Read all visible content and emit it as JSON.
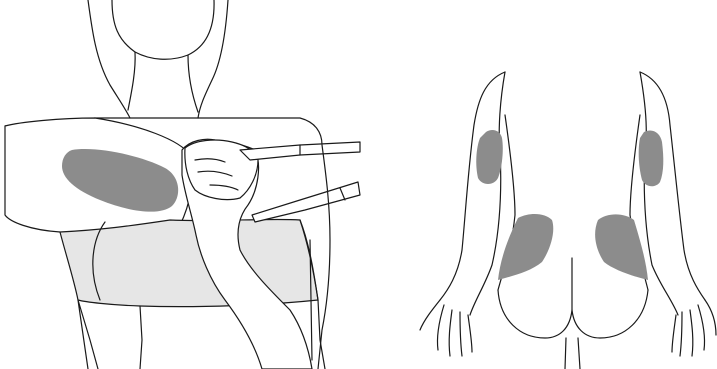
{
  "colors": {
    "injection_site": "#8c8c8c",
    "garment": "#e6e6e6",
    "outline": "#1a1a1a",
    "skin": "#ffffff"
  },
  "figures": {
    "front_view": {
      "icon": "torso-front-illustration",
      "marked_sites": [
        "left-upper-arm-site"
      ]
    },
    "back_view": {
      "icon": "body-back-illustration",
      "marked_sites": [
        "right-arm-back-site",
        "left-arm-back-site",
        "right-buttock-site",
        "left-buttock-site"
      ]
    }
  }
}
